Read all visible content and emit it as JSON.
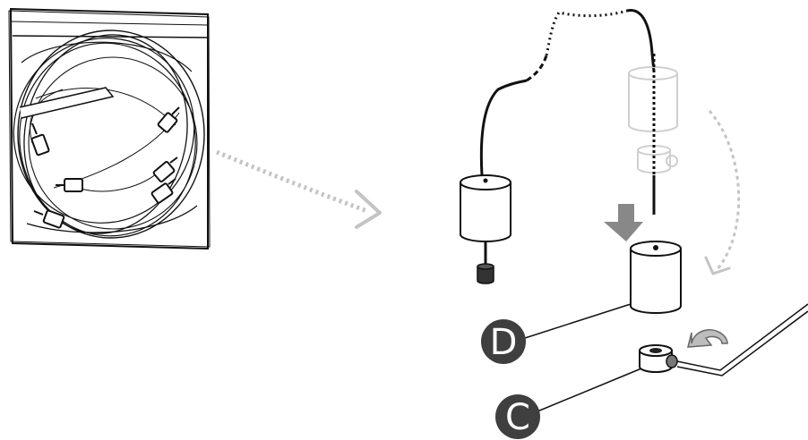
{
  "callouts": {
    "d": {
      "label": "D"
    },
    "c": {
      "label": "C"
    }
  },
  "colors": {
    "ink": "#111111",
    "arrow_gray": "#c4c4c4",
    "ghost_gray": "#cfcfcf",
    "push_arrow": "#888888",
    "badge_fill": "#3f3f3f",
    "weight_tip": "#333333"
  },
  "icons": {
    "bag": "cable-bag-illustration",
    "flow_arrow": "dotted-curved-arrow-icon",
    "down_arrow": "down-arrow-icon",
    "rotate_arrow": "rotate-arrow-icon"
  }
}
